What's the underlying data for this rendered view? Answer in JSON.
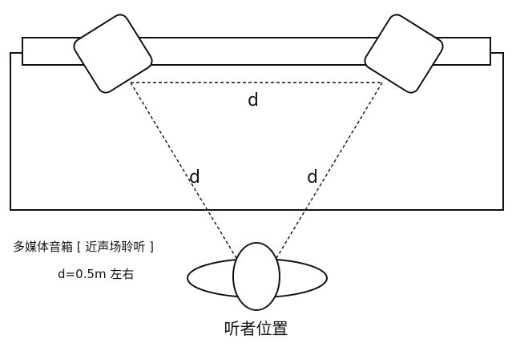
{
  "diagram": {
    "distance_label_top": "d",
    "distance_label_left": "d",
    "distance_label_right": "d",
    "caption_line1": "多媒体音箱 [ 近声场聆听 ]",
    "caption_line2": "d=0.5m 左右",
    "listener_label": "听者位置",
    "stroke_color": "#111111",
    "background_color": "#ffffff"
  }
}
